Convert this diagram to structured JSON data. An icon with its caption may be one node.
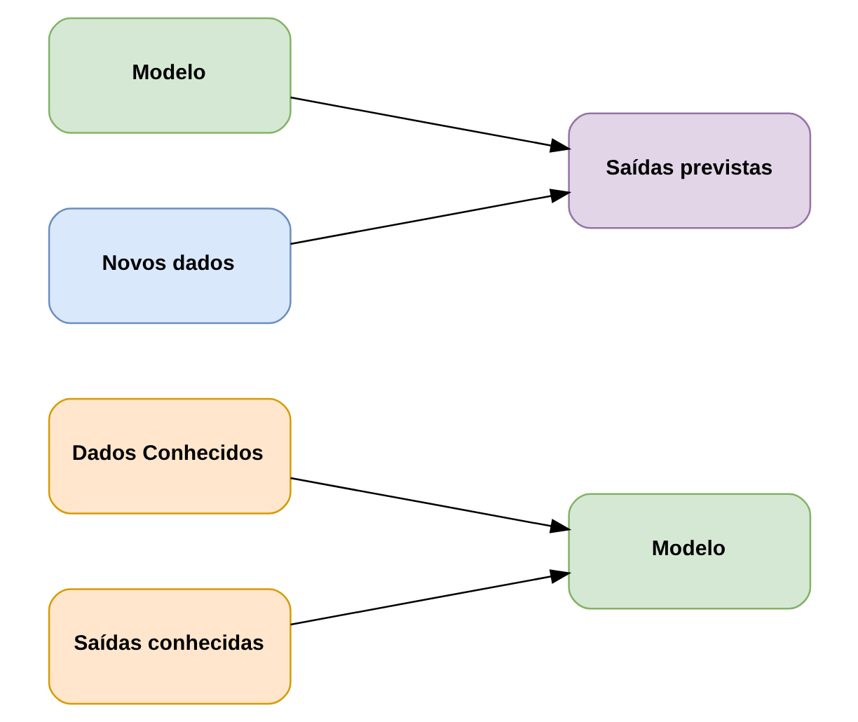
{
  "diagram": {
    "nodes": [
      {
        "text": [
          "Dados Conhecidos"
        ]
      },
      {
        "text": [
          "Saídas conhecidas"
        ]
      },
      {
        "text": [
          "Modelo"
        ]
      },
      {
        "text": [
          "Modelo"
        ]
      },
      {
        "text": [
          "Novos dados"
        ]
      },
      {
        "text": [
          "Saídas previstas"
        ]
      }
    ],
    "edges": [
      {
        "from": 0,
        "to": 2,
        "arrow": "to"
      },
      {
        "from": 1,
        "to": 2,
        "arrow": "to"
      },
      {
        "from": 3,
        "to": 5,
        "arrow": "to"
      },
      {
        "from": 4,
        "to": 5,
        "arrow": "to"
      }
    ]
  }
}
